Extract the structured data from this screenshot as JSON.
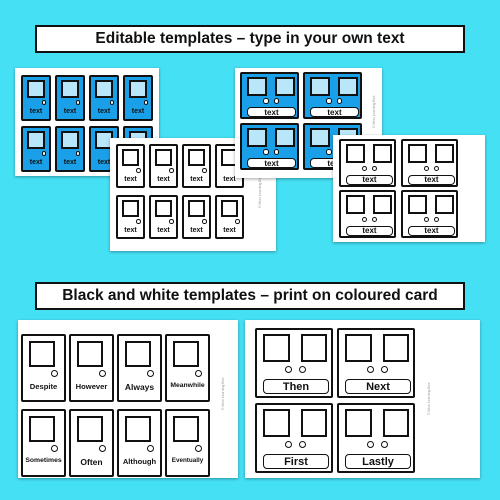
{
  "banners": {
    "editable": "Editable templates – type in your own text",
    "bw": "Black and white templates – print on coloured card"
  },
  "colors": {
    "background": "#45e0f4",
    "door_blue": "#1aa0e8",
    "window_blue": "#b9e6f8"
  },
  "placeholder_label": "text",
  "sheet_watermark": "© Miss Learning Bee",
  "bw_single_door_words": [
    "Despite",
    "However",
    "Always",
    "Meanwhile",
    "Sometimes",
    "Often",
    "Although",
    "Eventually"
  ],
  "bw_double_door_words": [
    "Then",
    "Next",
    "First",
    "Lastly"
  ]
}
